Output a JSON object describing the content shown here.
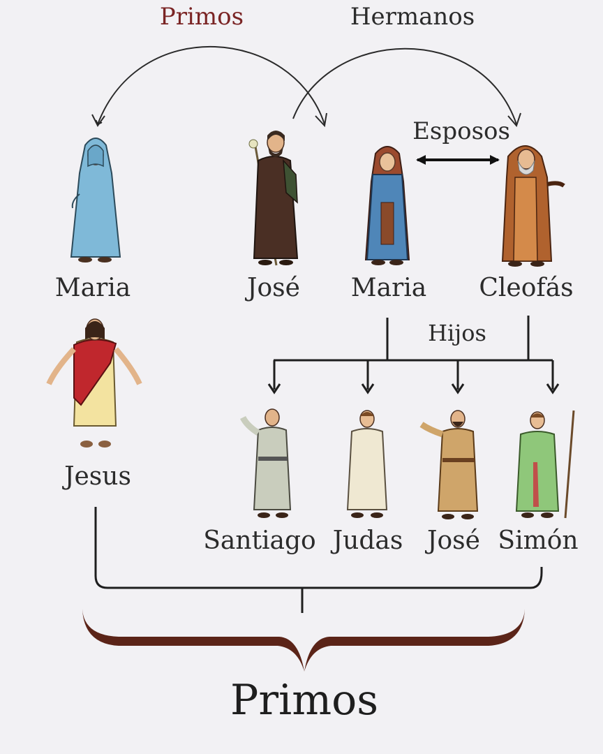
{
  "relations": {
    "primos_top": "Primos",
    "hermanos": "Hermanos",
    "esposos": "Esposos",
    "hijos": "Hijos",
    "primos_bottom": "Primos"
  },
  "people": {
    "maria_virgen": "Maria",
    "jose_padre": "José",
    "maria_cleofas": "Maria",
    "cleofas": "Cleofás",
    "jesus": "Jesus",
    "santiago": "Santiago",
    "judas": "Judas",
    "jose_hijo": "José",
    "simon": "Simón"
  },
  "colors": {
    "background": "#f2f1f4",
    "line": "#1e1e1e",
    "brace": "#5b2418",
    "primos_accent": "#7a2424",
    "maria_robe": "#7fb9d8",
    "jose_robe": "#4a2f24",
    "maria2_robe": "#4f86b8",
    "cleofas_robe": "#b0622e",
    "jesus_mantle": "#c0272d",
    "jesus_tunic": "#f3e3a0",
    "santiago_robe": "#c9cdbd",
    "judas_robe": "#efe8d2",
    "jose_hijo_robe": "#cfa56a",
    "simon_robe": "#8fc77a"
  }
}
